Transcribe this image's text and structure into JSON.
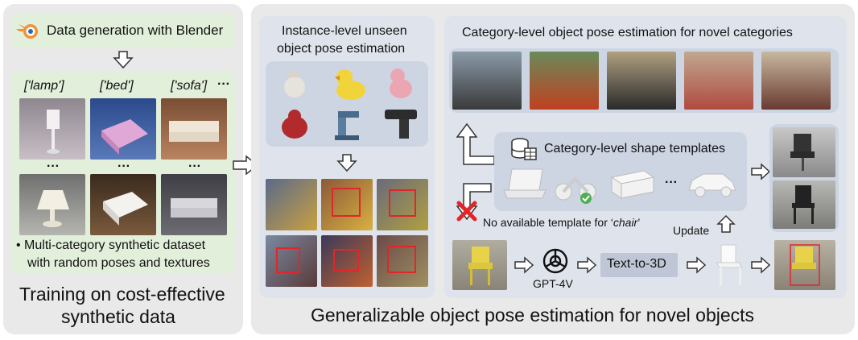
{
  "left": {
    "blender_label": "Data generation with Blender",
    "categories": [
      "['lamp']",
      "['bed']",
      "['sofa']",
      "···"
    ],
    "dots": [
      "···",
      "···",
      "···"
    ],
    "bullet_text_1": "• Multi-category synthetic dataset",
    "bullet_text_2": "with random poses and textures",
    "footer_1": "Training on cost-effective",
    "footer_2": "synthetic data"
  },
  "middle": {
    "title_1": "Instance-level unseen",
    "title_2": "object pose estimation"
  },
  "right": {
    "title": "Category-level object pose estimation for novel categories",
    "templates_title": "Category-level shape templates",
    "template_ellipsis": "···",
    "no_template_prefix": "No available template for ‘",
    "no_template_word": "chair",
    "no_template_suffix": "’",
    "update_label": "Update",
    "gpt_label": "GPT-4V",
    "text_to_3d": "Text-to-3D"
  },
  "footer": "Generalizable object pose estimation for novel objects",
  "colors": {
    "green_panel": "#e2efda",
    "blue_panel": "#cdd5e3",
    "gray_panel": "#e9e9e9",
    "red_cross": "#e0262a"
  }
}
